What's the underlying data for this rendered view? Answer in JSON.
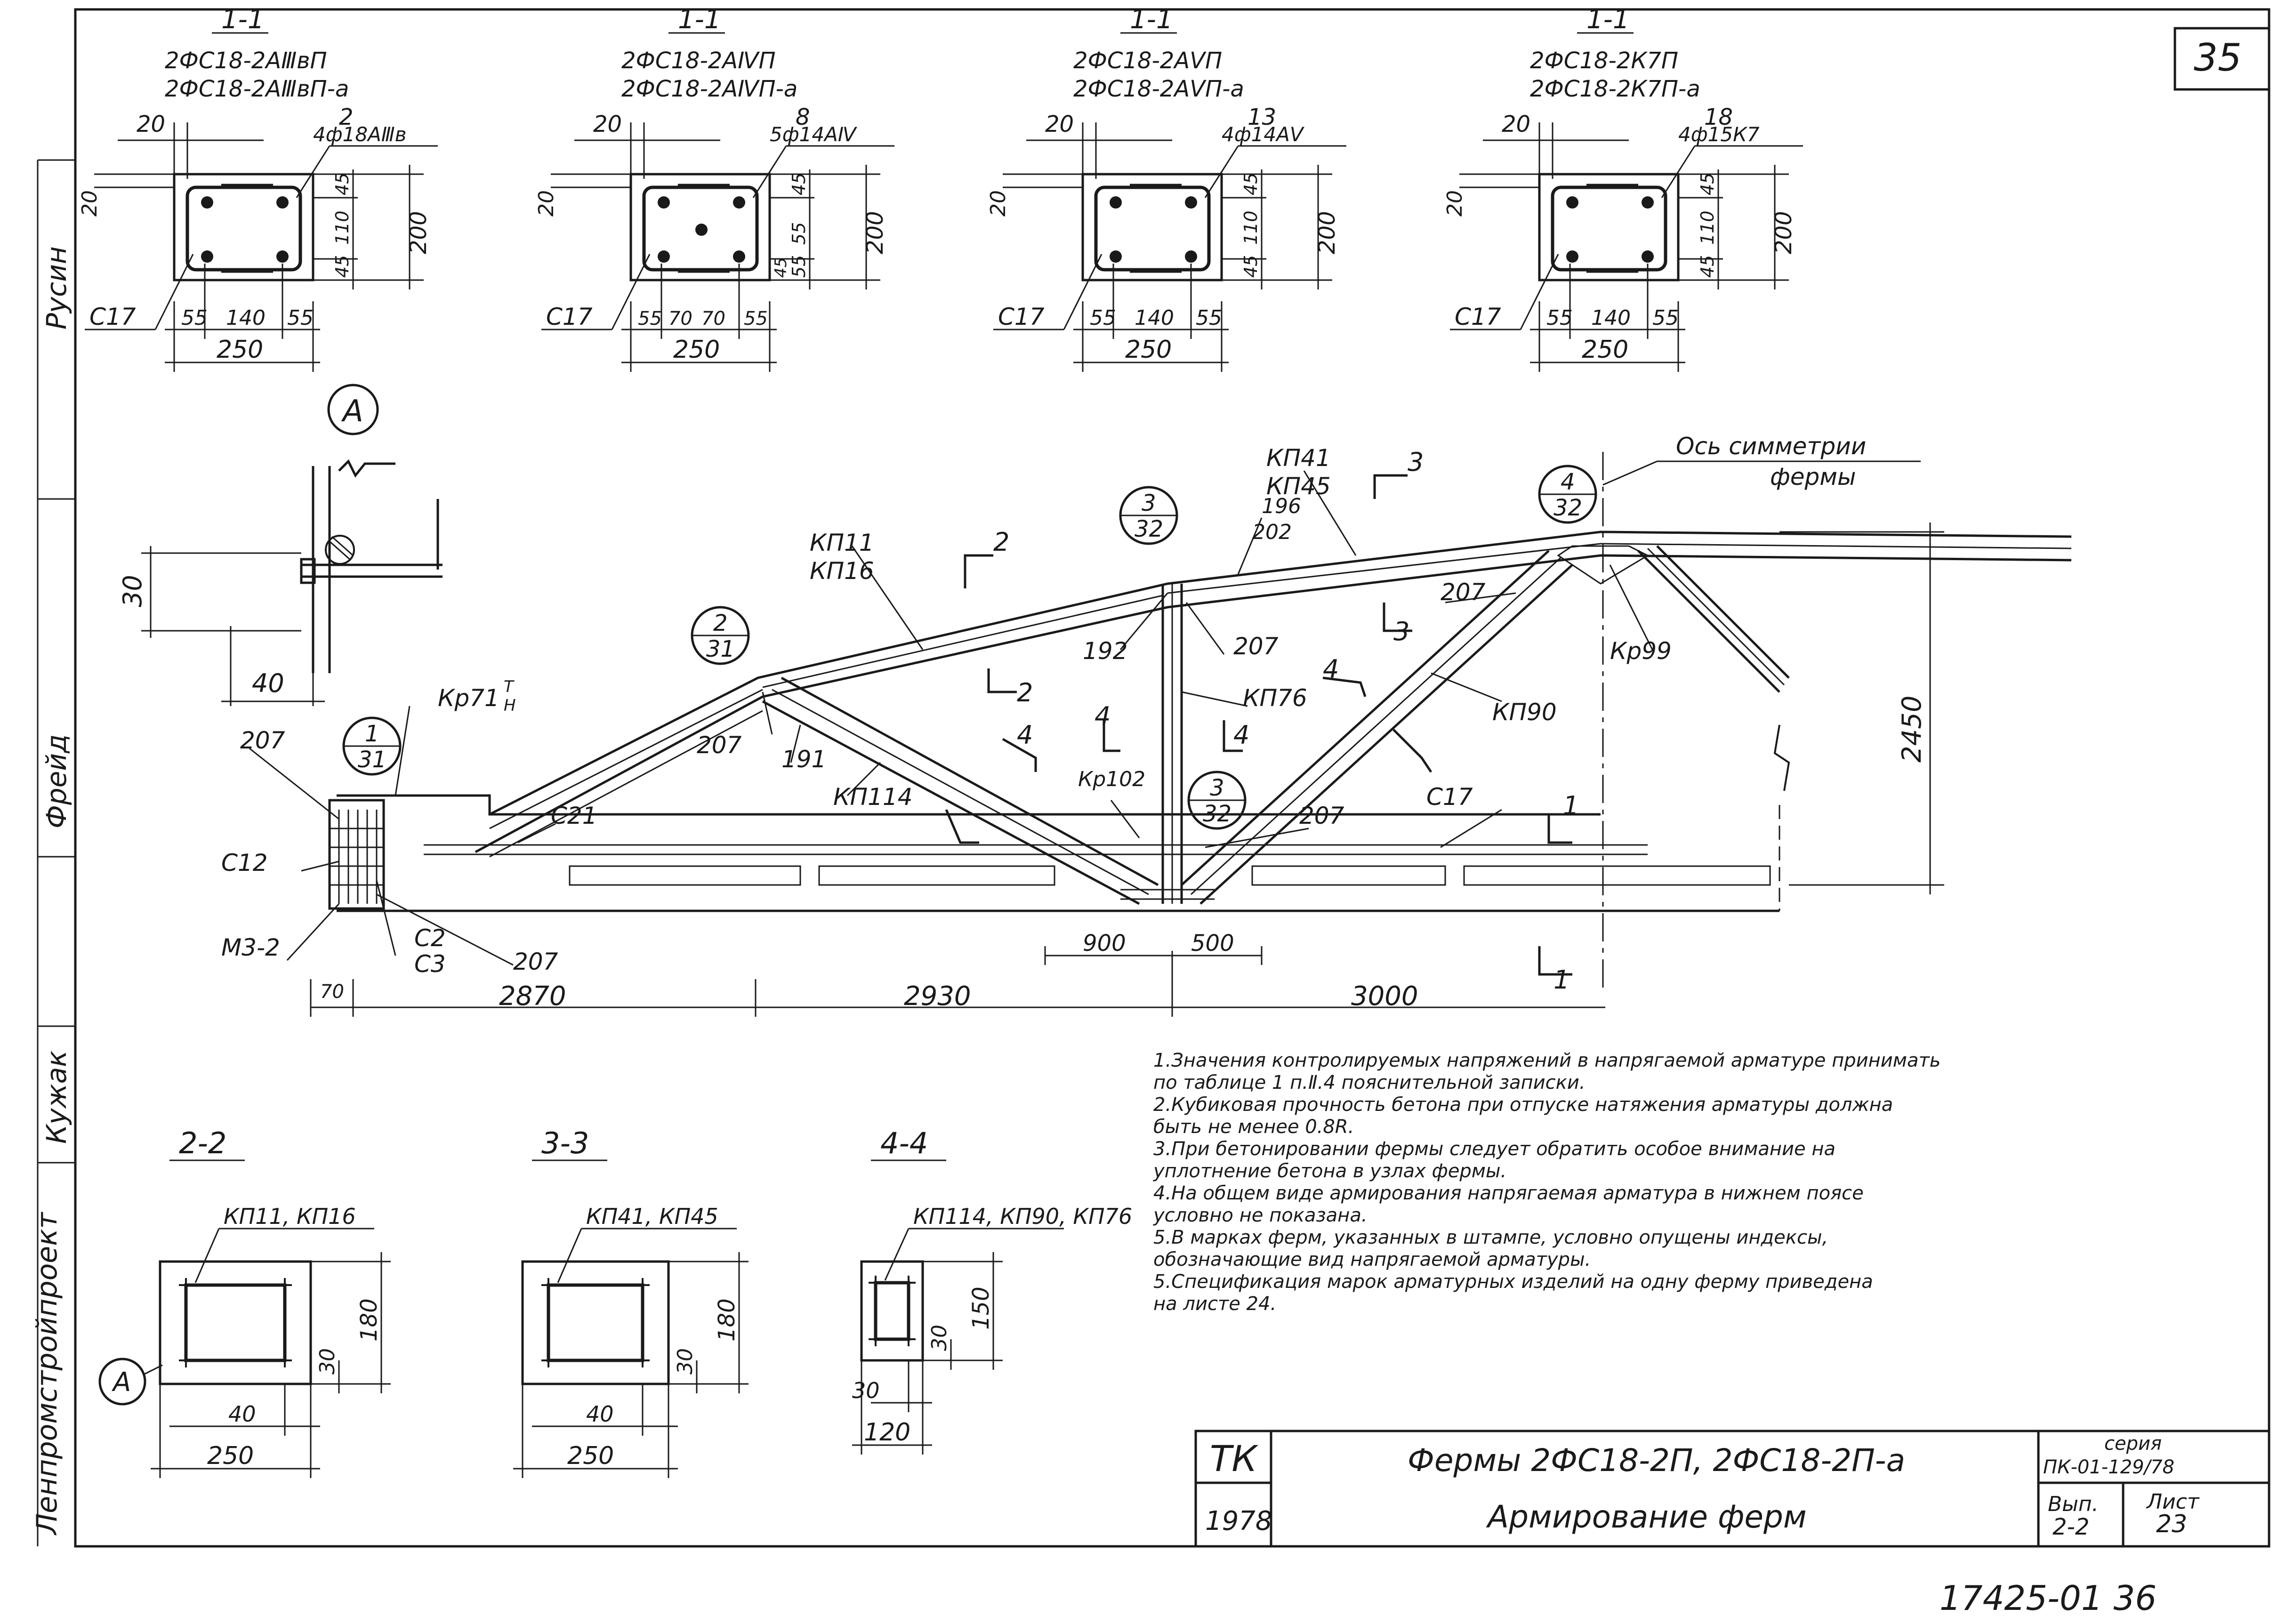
{
  "sheet": {
    "page_number": "35",
    "bottom_number": "17425-01  36"
  },
  "sections": [
    {
      "title": "1-1",
      "mark1": "2ФС18-2АⅢвП",
      "mark2": "2ФС18-2АⅢвП-а",
      "bar_no": "2",
      "bar_spec": "4ф18АⅢв",
      "cover": "20",
      "dim_a": "20",
      "dim_b": "45",
      "dim_c": "110",
      "dim_d": "45",
      "height": "200",
      "w1": "55",
      "w2": "140",
      "w3": "55",
      "width": "250",
      "clip": "С17"
    },
    {
      "title": "1-1",
      "mark1": "2ФС18-2АⅣП",
      "mark2": "2ФС18-2АⅣП-а",
      "bar_no": "8",
      "bar_spec": "5ф14АⅣ",
      "cover": "20",
      "dim_a": "20",
      "dim_b": "45",
      "dim_c": "55",
      "dim_d": "55",
      "dim_e": "45",
      "height": "200",
      "w1": "55",
      "w2": "70",
      "w3": "70",
      "w4": "55",
      "width": "250",
      "clip": "С17"
    },
    {
      "title": "1-1",
      "mark1": "2ФС18-2АⅤП",
      "mark2": "2ФС18-2АⅤП-а",
      "bar_no": "13",
      "bar_spec": "4ф14АⅤ",
      "cover": "20",
      "dim_a": "20",
      "dim_b": "45",
      "dim_c": "110",
      "dim_d": "45",
      "height": "200",
      "w1": "55",
      "w2": "140",
      "w3": "55",
      "width": "250",
      "clip": "С17"
    },
    {
      "title": "1-1",
      "mark1": "2ФС18-2К7П",
      "mark2": "2ФС18-2К7П-а",
      "bar_no": "18",
      "bar_spec": "4ф15К7",
      "cover": "20",
      "dim_a": "20",
      "dim_b": "45",
      "dim_c": "110",
      "dim_d": "45",
      "height": "200",
      "w1": "55",
      "w2": "140",
      "w3": "55",
      "width": "250",
      "clip": "С17"
    }
  ],
  "node_a": {
    "label": "А",
    "dim_v": "30",
    "dim_h": "40"
  },
  "truss": {
    "symmetry_axis_1": "Ось симметрии",
    "symmetry_axis_2": "фермы",
    "top_left_1": "КП11",
    "top_left_2": "КП16",
    "top_right_1": "КП41",
    "top_right_2": "КП45",
    "l_196": "196",
    "l_202": "202",
    "l_192": "192",
    "l_207a": "207",
    "l_207b": "207",
    "l_207c": "207",
    "l_207d": "207",
    "l_207e": "207",
    "l_207f": "207",
    "l_191": "191",
    "kp76": "КП76",
    "kp90": "КП90",
    "kp114": "КП114",
    "kr102": "Кр102",
    "kr99": "Кр99",
    "kr71": "Кр71",
    "kr71_sup": "Т",
    "kr71_sub": "Н",
    "c21": "С21",
    "c17": "С17",
    "c12": "С12",
    "c2": "С2",
    "c3": "С3",
    "m32": "М3-2",
    "height": "2450",
    "d_small": "70",
    "d_2870": "2870",
    "d_2930": "2930",
    "d_3000": "3000",
    "d_900": "900",
    "d_500": "500",
    "cut_1": "1",
    "cut_2": "2",
    "cut_3": "3",
    "cut_4": "4",
    "bubble_1_31_top": "1",
    "bubble_1_31_bot": "31",
    "bubble_2_31_top": "2",
    "bubble_2_31_bot": "31",
    "bubble_3_32_top": "3",
    "bubble_3_32_bot": "32",
    "bubble_4_32_top": "4",
    "bubble_4_32_bot": "32",
    "bubble_b3_top": "3",
    "bubble_b3_bot": "32"
  },
  "small_sections": [
    {
      "title": "2-2",
      "label": "КП11, КП16",
      "d1": "30",
      "d2": "180",
      "d3": "40",
      "width": "250",
      "node": "А"
    },
    {
      "title": "3-3",
      "label": "КП41, КП45",
      "d1": "30",
      "d2": "180",
      "d3": "40",
      "width": "250"
    },
    {
      "title": "4-4",
      "label": "КП114, КП90, КП76",
      "d1": "30",
      "d2": "150",
      "d3": "30",
      "width": "120"
    }
  ],
  "notes": [
    "1.Значения контролируемых напряжений в напрягаемой арматуре принимать",
    "по таблице 1 п.Ⅱ.4 пояснительной записки.",
    "2.Кубиковая прочность бетона при отпуске натяжения арматуры должна",
    "быть не менее 0.8R.",
    "3.При бетонировании фермы следует обратить особое внимание на",
    "уплотнение бетона в узлах фермы.",
    "4.На общем виде армирования напрягаемая арматура в нижнем поясе",
    "условно не показана.",
    "5.В марках ферм, указанных в штампе, условно опущены индексы,",
    "обозначающие вид напрягаемой арматуры.",
    "5.Спецификация марок арматурных изделий на одну ферму приведена",
    "на листе 24."
  ],
  "title_block": {
    "org": "ТК",
    "year": "1978",
    "title_line1": "Фермы 2ФС18-2П,  2ФС18-2П-а",
    "title_line2": "Армирование ферм",
    "series_label": "серия",
    "series": "ПК-01-129/78",
    "issue_label": "Вып.",
    "issue": "2-2",
    "sheet_label": "Лист",
    "sheet": "23"
  },
  "side_strip": {
    "org_name": "Ленпромстройпроект",
    "sig1": "Кужак",
    "sig2": "Фрейд",
    "sig3": "Русин"
  }
}
